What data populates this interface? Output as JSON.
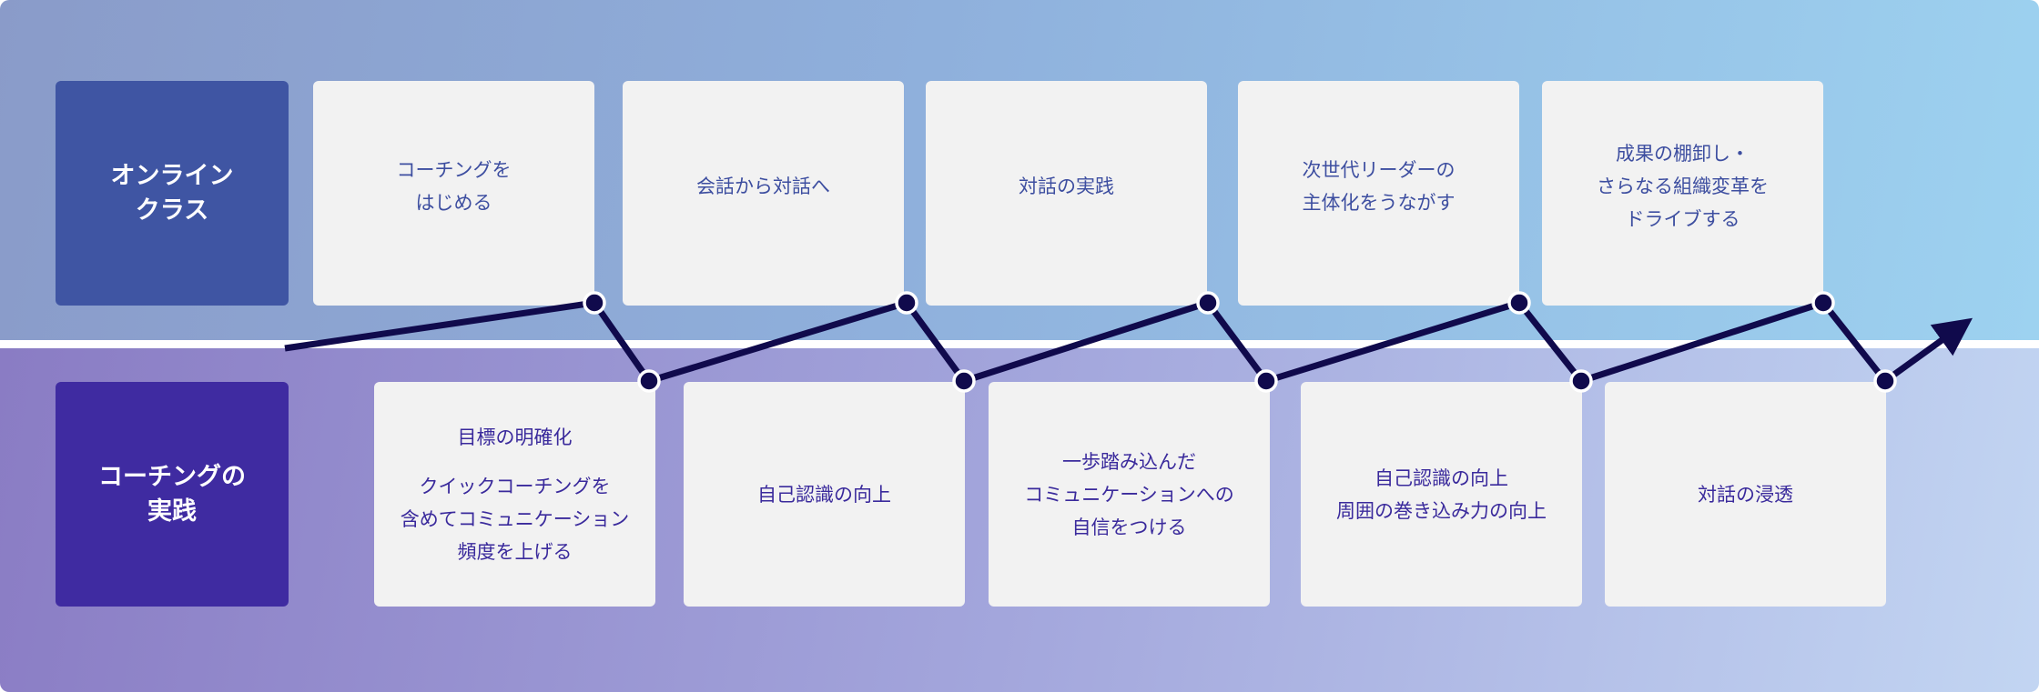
{
  "rows": {
    "online": {
      "label": "オンライン\nクラス"
    },
    "practice": {
      "label": "コーチングの\n実践"
    }
  },
  "online_steps": [
    "コーチングを\nはじめる",
    "会話から対話へ",
    "対話の実践",
    "次世代リーダーの\n主体化をうながす",
    "成果の棚卸し・\nさらなる組織変革を\nドライブする"
  ],
  "practice_steps": [
    {
      "title": "目標の明確化",
      "detail": "クイックコーチングを\n含めてコミュニケーション\n頻度を上げる"
    },
    {
      "title": "自己認識の向上"
    },
    {
      "title": "一歩踏み込んだ\nコミュニケーションへの\n自信をつける"
    },
    {
      "title": "自己認識の向上\n周囲の巻き込み力の向上"
    },
    {
      "title": "対話の浸透"
    }
  ],
  "colors": {
    "line": "#100a4c",
    "online_label": "#3f55a3",
    "practice_label": "#3f2ba1",
    "card": "#f2f2f2"
  }
}
